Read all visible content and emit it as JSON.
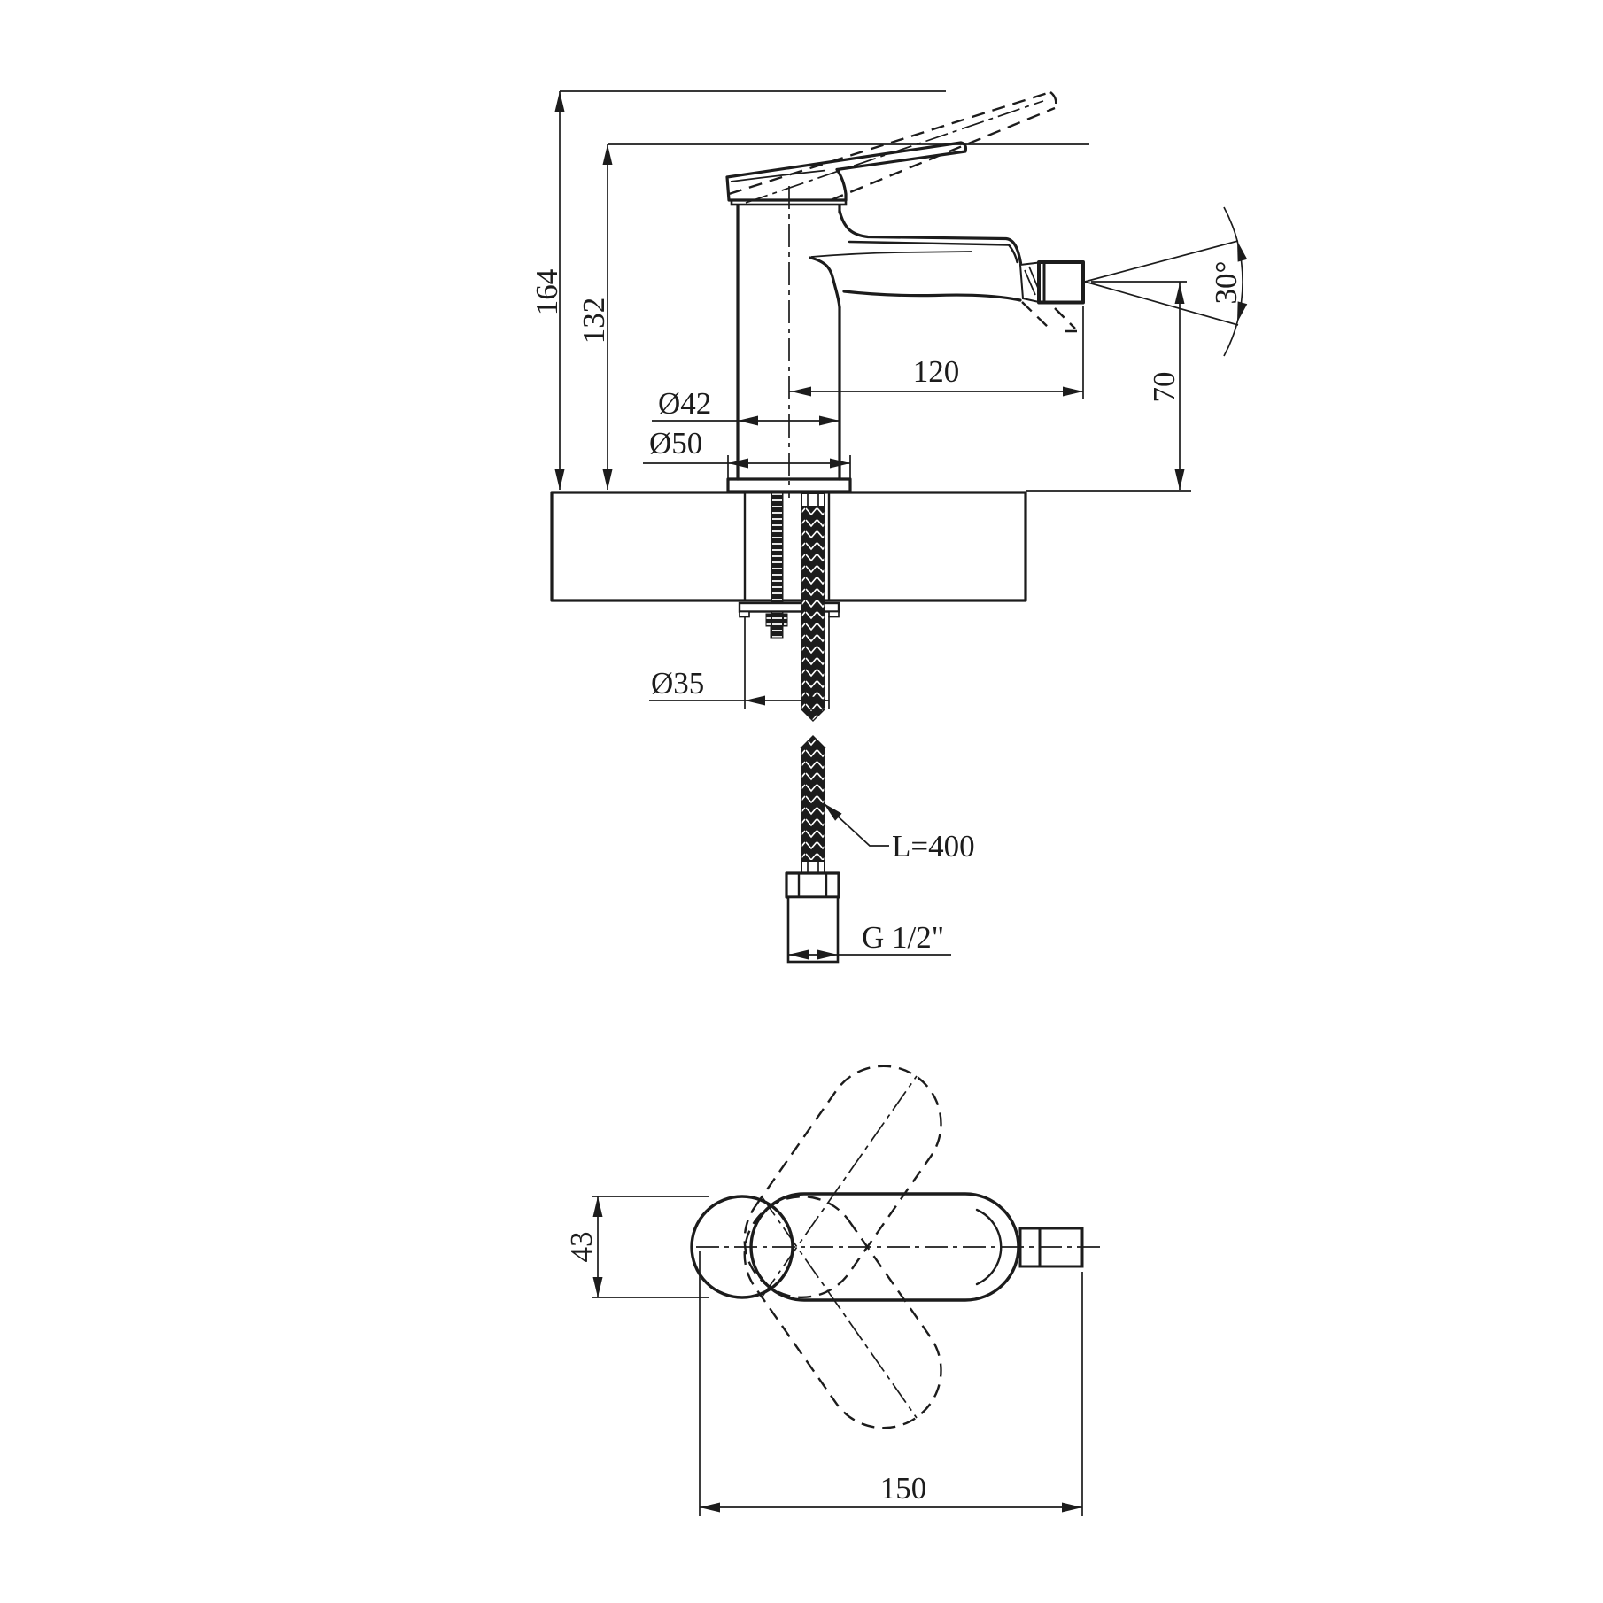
{
  "drawing": {
    "colors": {
      "line": "#1c1c1c",
      "background": "#ffffff"
    },
    "side_view": {
      "dims": {
        "overall_height": "164",
        "handle_height": "132",
        "spout_reach": "120",
        "spout_height": "70",
        "spray_angle": "30°",
        "body_diameter": "Ø42",
        "base_diameter": "Ø50",
        "hole_diameter": "Ø35",
        "hose_length": "L=400",
        "thread_size": "G 1/2\""
      }
    },
    "top_view": {
      "dims": {
        "body_width": "43",
        "overall_length": "150"
      }
    }
  }
}
